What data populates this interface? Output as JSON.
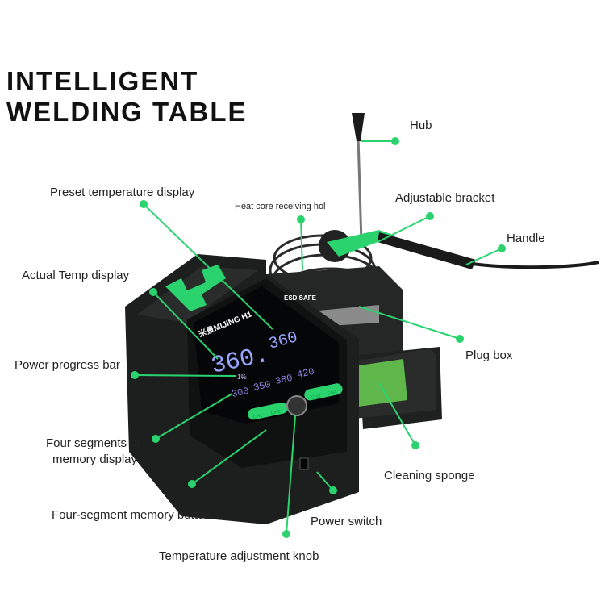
{
  "title": {
    "line1": "INTELLIGENT",
    "line2": "WELDING TABLE"
  },
  "labels": {
    "hub": "Hub",
    "preset_temp": "Preset temperature display",
    "heat_core": "Heat core receiving hol",
    "bracket": "Adjustable bracket",
    "handle": "Handle",
    "actual_temp": "Actual Temp display",
    "plug_box": "Plug box",
    "power_bar": "Power progress bar",
    "memory_display_1": "Four segments of",
    "memory_display_2": "memory display",
    "sponge": "Cleaning sponge",
    "memory_button": "Four-segment memory button",
    "power_switch": "Power switch",
    "knob": "Temperature adjustment knob"
  },
  "device": {
    "brand": "米景MIJING H1",
    "logo": "H1",
    "esd": "ESD SAFE",
    "actual_temp": "360.",
    "preset_temp": "360",
    "power": "1%",
    "memory_values": [
      "300",
      "350",
      "380",
      "420"
    ],
    "buttons": [
      "CH1",
      "CH2",
      "CH3",
      "CH4"
    ]
  },
  "colors": {
    "accent": "#2bd36f",
    "body": "#1d1f1e",
    "screen_text": "#9aa6ff",
    "sponge": "#5fb64a"
  }
}
